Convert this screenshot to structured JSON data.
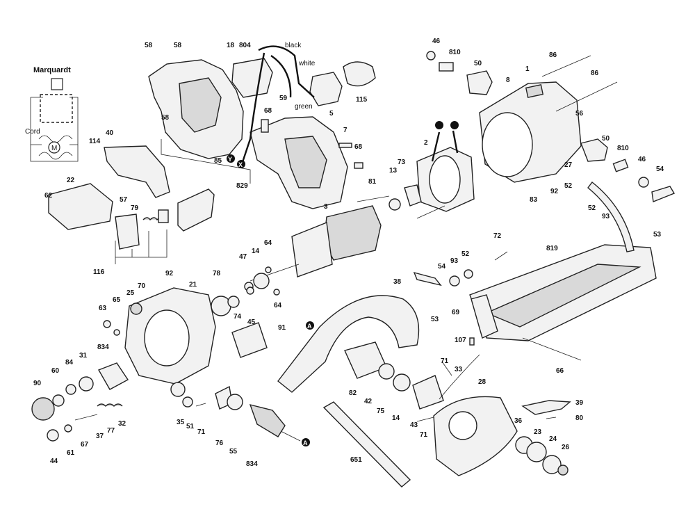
{
  "diagram": {
    "title": "Marquardt",
    "schematic": {
      "cord_label": "Cord",
      "motor_label": "M"
    },
    "wires": {
      "black": "black",
      "white": "white",
      "green": "green"
    },
    "markers": {
      "a": "A",
      "x": "X",
      "y": "Y"
    },
    "callouts": [
      {
        "id": "c58a",
        "text": "58"
      },
      {
        "id": "c58b",
        "text": "58"
      },
      {
        "id": "c58c",
        "text": "58"
      },
      {
        "id": "c18",
        "text": "18"
      },
      {
        "id": "c804",
        "text": "804"
      },
      {
        "id": "c5",
        "text": "5"
      },
      {
        "id": "c59",
        "text": "59"
      },
      {
        "id": "c115",
        "text": "115"
      },
      {
        "id": "c68a",
        "text": "68"
      },
      {
        "id": "c7",
        "text": "7"
      },
      {
        "id": "c68b",
        "text": "68"
      },
      {
        "id": "c85",
        "text": "85"
      },
      {
        "id": "c829",
        "text": "829"
      },
      {
        "id": "c40",
        "text": "40"
      },
      {
        "id": "c114",
        "text": "114"
      },
      {
        "id": "c22",
        "text": "22"
      },
      {
        "id": "c62",
        "text": "62"
      },
      {
        "id": "c57",
        "text": "57"
      },
      {
        "id": "c79",
        "text": "79"
      },
      {
        "id": "c116",
        "text": "116"
      },
      {
        "id": "c46a",
        "text": "46"
      },
      {
        "id": "c810a",
        "text": "810"
      },
      {
        "id": "c50a",
        "text": "50"
      },
      {
        "id": "c8",
        "text": "8"
      },
      {
        "id": "c1",
        "text": "1"
      },
      {
        "id": "c86a",
        "text": "86"
      },
      {
        "id": "c86b",
        "text": "86"
      },
      {
        "id": "c56",
        "text": "56"
      },
      {
        "id": "c50b",
        "text": "50"
      },
      {
        "id": "c810b",
        "text": "810"
      },
      {
        "id": "c46b",
        "text": "46"
      },
      {
        "id": "c54a",
        "text": "54"
      },
      {
        "id": "c27",
        "text": "27"
      },
      {
        "id": "c52a",
        "text": "52"
      },
      {
        "id": "c92a",
        "text": "92"
      },
      {
        "id": "c83",
        "text": "83"
      },
      {
        "id": "c52b",
        "text": "52"
      },
      {
        "id": "c93a",
        "text": "93"
      },
      {
        "id": "c53a",
        "text": "53"
      },
      {
        "id": "c2",
        "text": "2"
      },
      {
        "id": "c13",
        "text": "13"
      },
      {
        "id": "c73",
        "text": "73"
      },
      {
        "id": "c81",
        "text": "81"
      },
      {
        "id": "c3",
        "text": "3"
      },
      {
        "id": "c72",
        "text": "72"
      },
      {
        "id": "c819",
        "text": "819"
      },
      {
        "id": "c52c",
        "text": "52"
      },
      {
        "id": "c54b",
        "text": "54"
      },
      {
        "id": "c93b",
        "text": "93"
      },
      {
        "id": "c53b",
        "text": "53"
      },
      {
        "id": "c69",
        "text": "69"
      },
      {
        "id": "c107",
        "text": "107"
      },
      {
        "id": "c66",
        "text": "66"
      },
      {
        "id": "c92b",
        "text": "92"
      },
      {
        "id": "c21",
        "text": "21"
      },
      {
        "id": "c78",
        "text": "78"
      },
      {
        "id": "c47",
        "text": "47"
      },
      {
        "id": "c14a",
        "text": "14"
      },
      {
        "id": "c64a",
        "text": "64"
      },
      {
        "id": "c64b",
        "text": "64"
      },
      {
        "id": "c38",
        "text": "38"
      },
      {
        "id": "c63",
        "text": "63"
      },
      {
        "id": "c65",
        "text": "65"
      },
      {
        "id": "c25",
        "text": "25"
      },
      {
        "id": "c70",
        "text": "70"
      },
      {
        "id": "c74",
        "text": "74"
      },
      {
        "id": "c45",
        "text": "45"
      },
      {
        "id": "c91",
        "text": "91"
      },
      {
        "id": "c834a",
        "text": "834"
      },
      {
        "id": "c31",
        "text": "31"
      },
      {
        "id": "c84",
        "text": "84"
      },
      {
        "id": "c60",
        "text": "60"
      },
      {
        "id": "c90",
        "text": "90"
      },
      {
        "id": "c37",
        "text": "37"
      },
      {
        "id": "c77",
        "text": "77"
      },
      {
        "id": "c32",
        "text": "32"
      },
      {
        "id": "c67",
        "text": "67"
      },
      {
        "id": "c61",
        "text": "61"
      },
      {
        "id": "c44",
        "text": "44"
      },
      {
        "id": "c35",
        "text": "35"
      },
      {
        "id": "c51",
        "text": "51"
      },
      {
        "id": "c71a",
        "text": "71"
      },
      {
        "id": "c76",
        "text": "76"
      },
      {
        "id": "c55",
        "text": "55"
      },
      {
        "id": "c834b",
        "text": "834"
      },
      {
        "id": "c82",
        "text": "82"
      },
      {
        "id": "c42",
        "text": "42"
      },
      {
        "id": "c75",
        "text": "75"
      },
      {
        "id": "c14b",
        "text": "14"
      },
      {
        "id": "c43",
        "text": "43"
      },
      {
        "id": "c71b",
        "text": "71"
      },
      {
        "id": "c71c",
        "text": "71"
      },
      {
        "id": "c33",
        "text": "33"
      },
      {
        "id": "c28",
        "text": "28"
      },
      {
        "id": "c39",
        "text": "39"
      },
      {
        "id": "c80",
        "text": "80"
      },
      {
        "id": "c36",
        "text": "36"
      },
      {
        "id": "c23",
        "text": "23"
      },
      {
        "id": "c24",
        "text": "24"
      },
      {
        "id": "c26",
        "text": "26"
      },
      {
        "id": "c651",
        "text": "651"
      }
    ]
  }
}
